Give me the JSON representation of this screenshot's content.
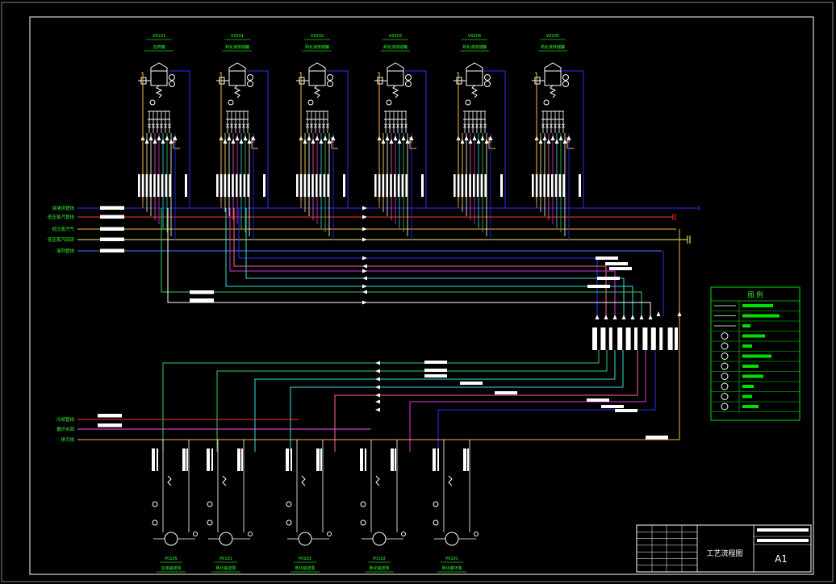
{
  "drawing": {
    "title_block": {
      "title": "工艺流程图",
      "size_code": "A1"
    }
  },
  "vessels": [
    {
      "tag": "V0101",
      "name": "溶药罐"
    },
    {
      "tag": "V0201",
      "name": "熟化液体储罐"
    },
    {
      "tag": "V0202",
      "name": "熟化液体储罐"
    },
    {
      "tag": "V0203",
      "name": "熟化液体储罐"
    },
    {
      "tag": "V0204",
      "name": "熟化液体储罐"
    },
    {
      "tag": "V0205",
      "name": "熟化液体储罐"
    }
  ],
  "pumps": [
    {
      "tag": "P0105",
      "name": "溶液输送泵"
    },
    {
      "tag": "P0101",
      "name": "熟化输送泵"
    },
    {
      "tag": "P0103",
      "name": "熟化输送泵"
    },
    {
      "tag": "P0102",
      "name": "熟化输送泵"
    },
    {
      "tag": "P0101",
      "name": "熟化循环泵"
    }
  ],
  "header_lines": [
    {
      "label": "溶液供管线",
      "color": "#2b2bff"
    },
    {
      "label": "低压蒸汽管线",
      "color": "#ff3030"
    },
    {
      "label": "低压蒸汽气",
      "color": "#ffb347"
    },
    {
      "label": "低压蒸汽回流",
      "color": "#ffff66"
    },
    {
      "label": "溶剂管线",
      "color": "#4a7bff"
    }
  ],
  "pump_header_lines": [
    {
      "label": "冷却管线",
      "color": "#ff3030"
    },
    {
      "label": "循环水回",
      "color": "#ff55ff"
    },
    {
      "label": "排污线",
      "color": "#ffb347"
    }
  ],
  "legend": {
    "title": "图 例"
  },
  "colors": {
    "frame": "#ffffff",
    "legend_border": "#00dd00",
    "tag_text": "#33ff33",
    "white_line": "#ffffff",
    "cyan": "#33dddd",
    "green": "#33cc66",
    "magenta": "#dd33dd",
    "pink": "#ff6699",
    "orange": "#ffb347",
    "blue": "#2b2bff",
    "red": "#ff3030",
    "yellow": "#ffff66"
  }
}
